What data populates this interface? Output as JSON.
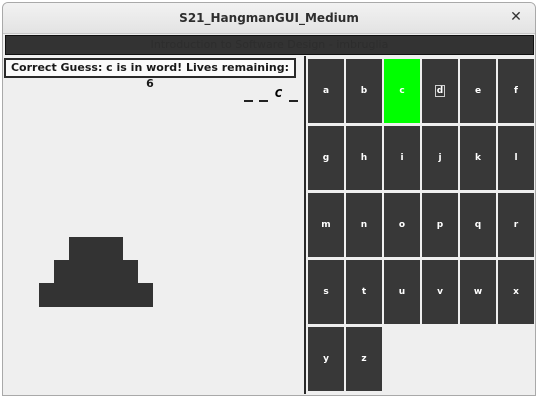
{
  "window": {
    "title": "S21_HangmanGUI_Medium",
    "close_icon": "close-icon"
  },
  "banner": {
    "text": "Introduction to Software Design - imbruglia"
  },
  "status": {
    "message": "Correct Guess: c is in word! Lives remaining: 6"
  },
  "word": {
    "slots": [
      "_",
      "_",
      "c",
      "_"
    ]
  },
  "keyboard": {
    "keys": [
      {
        "label": "a",
        "state": "unused"
      },
      {
        "label": "b",
        "state": "unused"
      },
      {
        "label": "c",
        "state": "correct"
      },
      {
        "label": "d",
        "state": "focused"
      },
      {
        "label": "e",
        "state": "unused"
      },
      {
        "label": "f",
        "state": "unused"
      },
      {
        "label": "g",
        "state": "unused"
      },
      {
        "label": "h",
        "state": "unused"
      },
      {
        "label": "i",
        "state": "unused"
      },
      {
        "label": "j",
        "state": "unused"
      },
      {
        "label": "k",
        "state": "unused"
      },
      {
        "label": "l",
        "state": "unused"
      },
      {
        "label": "m",
        "state": "unused"
      },
      {
        "label": "n",
        "state": "unused"
      },
      {
        "label": "o",
        "state": "unused"
      },
      {
        "label": "p",
        "state": "unused"
      },
      {
        "label": "q",
        "state": "unused"
      },
      {
        "label": "r",
        "state": "unused"
      },
      {
        "label": "s",
        "state": "unused"
      },
      {
        "label": "t",
        "state": "unused"
      },
      {
        "label": "u",
        "state": "unused"
      },
      {
        "label": "v",
        "state": "unused"
      },
      {
        "label": "w",
        "state": "unused"
      },
      {
        "label": "x",
        "state": "unused"
      },
      {
        "label": "y",
        "state": "unused"
      },
      {
        "label": "z",
        "state": "unused"
      }
    ]
  },
  "colors": {
    "correct": "#00ff00",
    "key": "#383838",
    "gallows": "#333333"
  }
}
